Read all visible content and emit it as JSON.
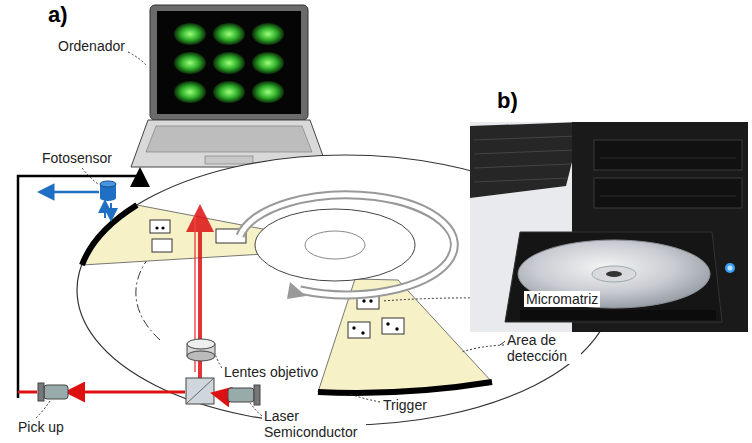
{
  "diagram": {
    "labels": [
      "a)",
      "Ordenador",
      "Fotosensor",
      "Micromatriz",
      "Area de detección",
      "Trigger",
      "Lentes objetivo",
      "Pick up",
      "Laser Semiconductor",
      "b)"
    ]
  }
}
